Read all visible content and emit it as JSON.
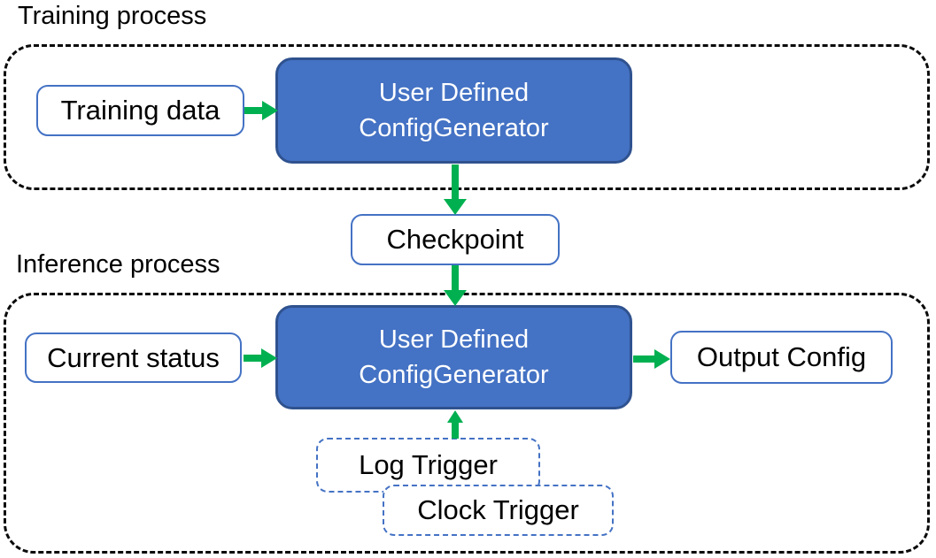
{
  "colors": {
    "generator_fill": "#4472C4",
    "generator_border": "#2F528F",
    "io_box_border": "#4472C4",
    "trigger_border": "#4472C4",
    "arrow_green": "#00B050",
    "container_dashed": "#000000"
  },
  "training": {
    "section_label": "Training process",
    "input_label": "Training data",
    "generator_line1": "User Defined",
    "generator_line2": "ConfigGenerator"
  },
  "checkpoint_label": "Checkpoint",
  "inference": {
    "section_label": "Inference process",
    "input_label": "Current status",
    "generator_line1": "User Defined",
    "generator_line2": "ConfigGenerator",
    "output_label": "Output Config",
    "triggers": [
      "Log Trigger",
      "Clock Trigger"
    ]
  }
}
